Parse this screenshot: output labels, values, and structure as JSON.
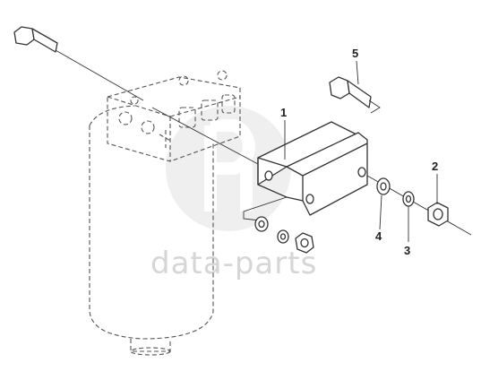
{
  "diagram": {
    "watermark": "data-parts",
    "callouts": [
      {
        "id": "1",
        "label": "1"
      },
      {
        "id": "2",
        "label": "2"
      },
      {
        "id": "3",
        "label": "3"
      },
      {
        "id": "4",
        "label": "4"
      },
      {
        "id": "5",
        "label": "5"
      }
    ],
    "colors": {
      "line": "#333333",
      "watermark": "#d6d6d6",
      "background": "#ffffff"
    }
  }
}
